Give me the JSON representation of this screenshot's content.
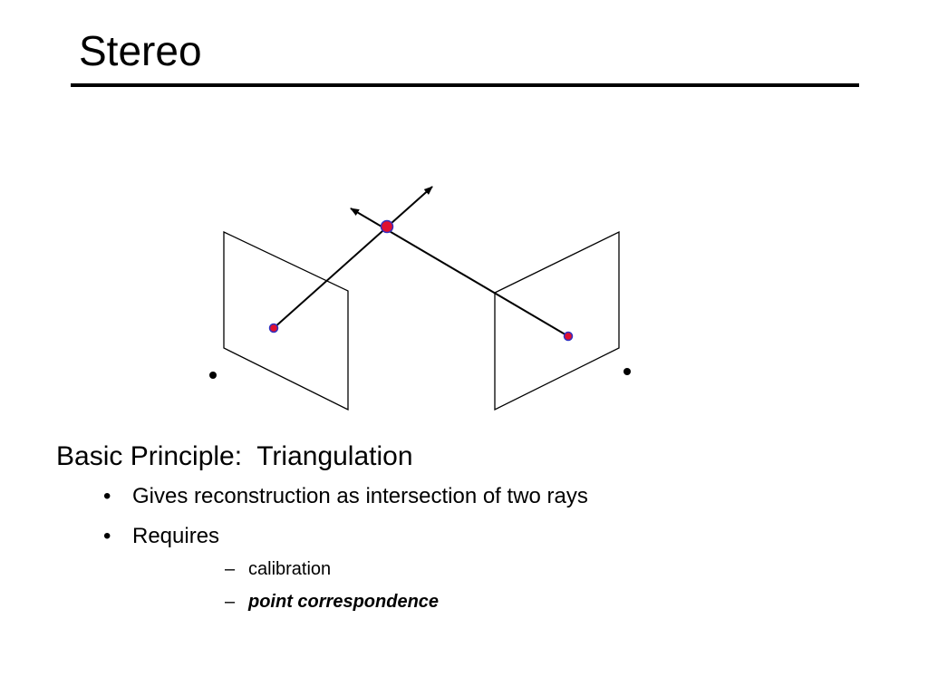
{
  "slide": {
    "title": "Stereo"
  },
  "diagram": {
    "point_color": "#e01030",
    "point_outline": "#3030c0"
  },
  "body": {
    "principle": "Basic Principle:  Triangulation",
    "bullet_marker": "•",
    "bullets": [
      {
        "text": "Gives reconstruction as intersection of two rays"
      },
      {
        "text": "Requires"
      }
    ],
    "sub_marker": "–",
    "subbullets": [
      {
        "text": "calibration"
      },
      {
        "text": "point correspondence"
      }
    ]
  }
}
